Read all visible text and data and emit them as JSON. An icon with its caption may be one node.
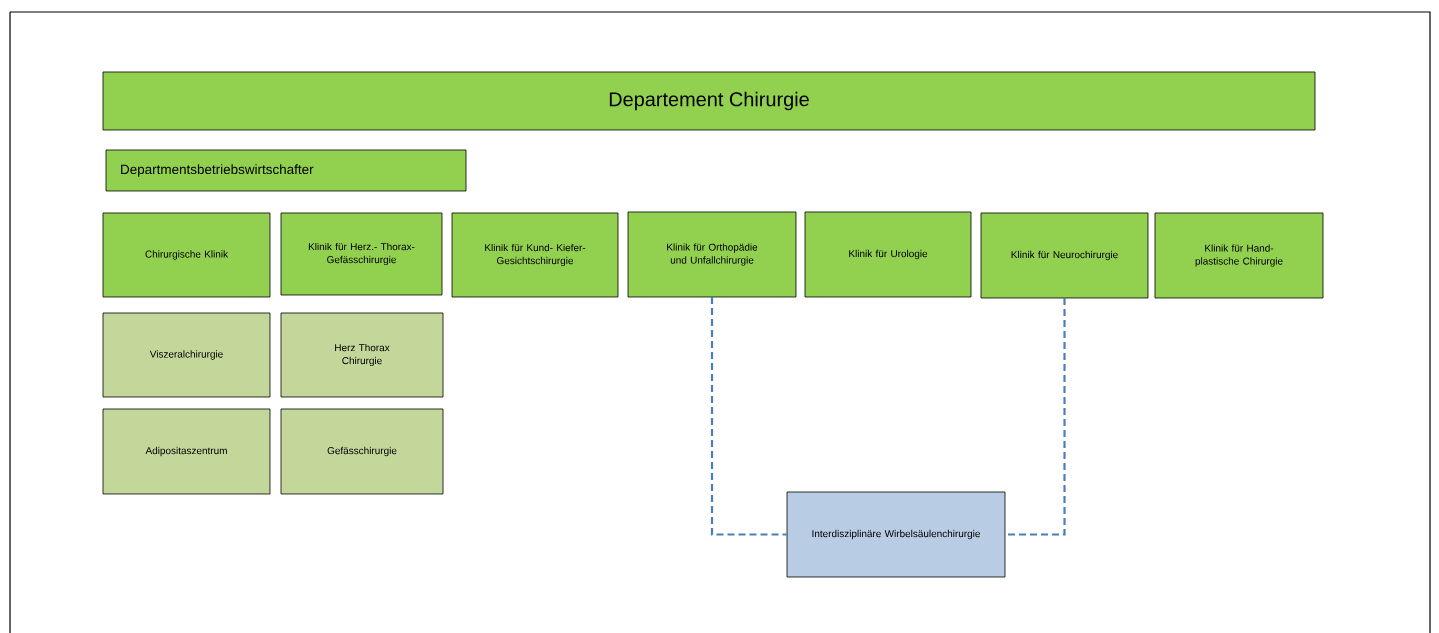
{
  "diagram": {
    "nodes": [
      {
        "text": [
          "Departement Chirurgie"
        ]
      },
      {
        "text": [
          "Departmentsbetriebswirtschafter"
        ]
      },
      {
        "text": [
          "Chirurgische Klinik"
        ]
      },
      {
        "text": [
          "Klinik für Herz.- Thorax- Gefässchirurgie"
        ]
      },
      {
        "text": [
          "Klinik für Kund- Kiefer- Gesichtschirurgie"
        ]
      },
      {
        "text": [
          "Klinik für Orthopädie und Unfallchirurgie"
        ]
      },
      {
        "text": [
          "Klinik für Urologie"
        ]
      },
      {
        "text": [
          "Klinik für Neurochirurgie"
        ]
      },
      {
        "text": [
          "Klinik für Hand- plastische Chirurgie"
        ]
      },
      {
        "text": [
          "Viszeralchirurgie"
        ]
      },
      {
        "text": [
          "Herz Thorax Chirurgie"
        ]
      },
      {
        "text": [
          "Adipositaszentrum"
        ]
      },
      {
        "text": [
          "Gefässchirurgie"
        ]
      },
      {
        "text": [
          "Interdisziplinäre Wirbelsäulenchirurgie"
        ]
      }
    ],
    "edges": [
      {
        "from": 5,
        "to": 13,
        "arrow": "none",
        "style": "dashed"
      },
      {
        "from": 7,
        "to": 13,
        "arrow": "none",
        "style": "dashed"
      }
    ]
  }
}
